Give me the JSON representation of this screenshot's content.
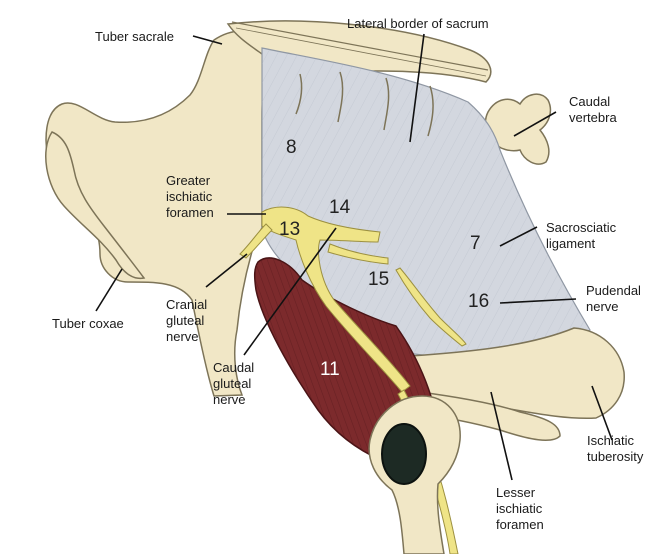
{
  "labels": {
    "tuber_sacrale": "Tuber sacrale",
    "lateral_border_of_sacrum": "Lateral border of sacrum",
    "caudal_vertebra": "Caudal\nvertebra",
    "greater_ischiatic_foramen": "Greater\nischiatic\nforamen",
    "sacrosciatic_ligament": "Sacrosciatic\nligament",
    "pudendal_nerve": "Pudendal\nnerve",
    "tuber_coxae": "Tuber coxae",
    "cranial_gluteal_nerve": "Cranial\ngluteal\nnerve",
    "caudal_gluteal_nerve": "Caudal\ngluteal\nnerve",
    "ischiatic_tuberosity": "Ischiatic\ntuberosity",
    "lesser_ischiatic_foramen": "Lesser\nischiatic\nforamen"
  },
  "numbers": {
    "n8": "8",
    "n13": "13",
    "n14": "14",
    "n7": "7",
    "n15": "15",
    "n16": "16",
    "n11": "11"
  },
  "colors": {
    "bone": "#f1e7c6",
    "bone_edge": "#7d7458",
    "ligament": "#d3d7df",
    "ligament_edge": "#8f97a3",
    "muscle": "#7c2a2c",
    "nerve": "#efe487",
    "foramen": "#1d2a24"
  }
}
